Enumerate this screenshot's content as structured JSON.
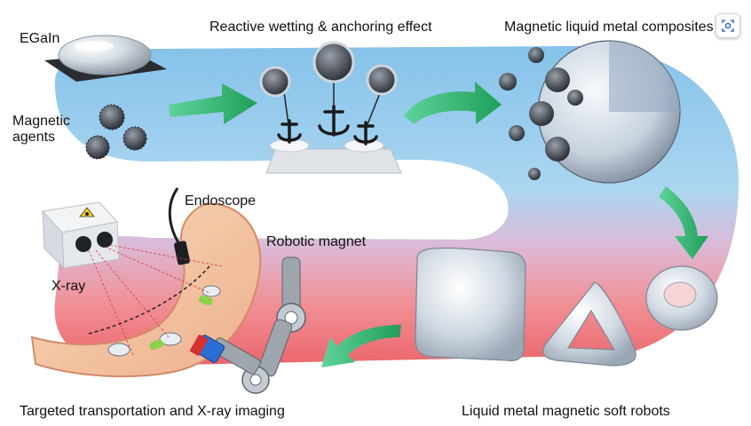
{
  "labels": {
    "egain": "EGaIn",
    "magnetic_agents": "Magnetic\nagents",
    "reactive_wetting": "Reactive wetting & anchoring effect",
    "composite": "Magnetic liquid metal composites",
    "endoscope": "Endoscope",
    "robotic_magnet": "Robotic magnet",
    "xray": "X-ray",
    "transport": "Targeted transportation and X-ray imaging",
    "soft_robots": "Liquid metal magnetic soft robots"
  },
  "colors": {
    "band_blue": "#8fc6ea",
    "band_red": "#ef6b70",
    "arrow_green": "#2db36b",
    "anchor": "#1a1a1a"
  },
  "icons": {
    "lens": "visual-search-icon"
  }
}
